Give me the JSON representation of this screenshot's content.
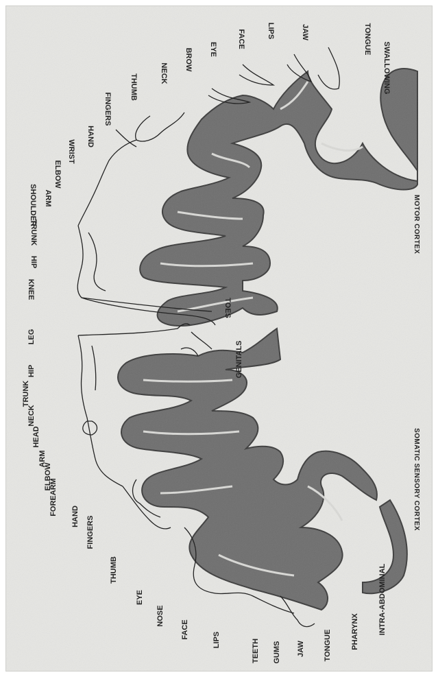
{
  "titles": {
    "motor": "MOTOR CORTEX",
    "sensory": "SOMATIC SENSORY CORTEX"
  },
  "motor_labels": [
    "KNEE",
    "HIP",
    "TRUNK",
    "SHOULDER",
    "ARM",
    "ELBOW",
    "WRIST",
    "HAND",
    "FINGERS",
    "THUMB",
    "NECK",
    "BROW",
    "EYE",
    "FACE",
    "LIPS",
    "JAW",
    "TONGUE",
    "SWALLOWING",
    "TOES"
  ],
  "sensory_labels": [
    "LEG",
    "HIP",
    "TRUNK",
    "NECK",
    "HEAD",
    "ARM",
    "ELBOW",
    "FOREARM",
    "HAND",
    "FINGERS",
    "THUMB",
    "EYE",
    "NOSE",
    "FACE",
    "LIPS",
    "TEETH",
    "GUMS",
    "JAW",
    "TONGUE",
    "PHARYNX",
    "INTRA-ABDOMINAL",
    "GENITALS"
  ],
  "colors": {
    "paper": "#e6e6e3",
    "cortex": "#6e6e6e",
    "ink": "#1a1a1a"
  }
}
